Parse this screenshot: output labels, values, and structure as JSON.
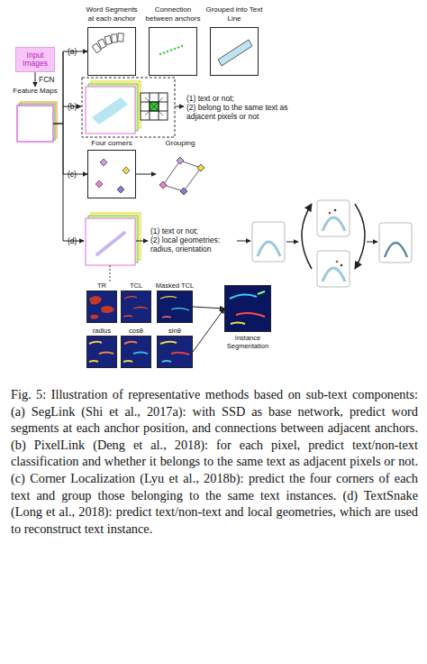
{
  "diagram": {
    "caption": "Fig. 5: Illustration of representative methods based on sub-text components: (a) SegLink (Shi et al., 2017a): with SSD as base network, predict word segments at each anchor position, and connections between adjacent anchors. (b) PixelLink (Deng et al., 2018): for each pixel, predict text/non-text classification and whether it belongs to the same text as adjacent pixels or not. (c) Corner Localization (Lyu et al., 2018b): predict the four corners of each text and group those belonging to the same text instances. (d) TextSnake (Long et al., 2018): predict text/non-text and local geometries, which are used to reconstruct text instance.",
    "nodes": [
      {
        "text": [
          "Input Images"
        ]
      },
      {
        "text": [
          "Feature Maps"
        ]
      },
      {
        "text": [
          "Word Segments at each anchor"
        ]
      },
      {
        "text": [
          "Connection between anchors"
        ]
      },
      {
        "text": [
          "Grouped into Text Line"
        ]
      },
      {
        "text": [
          "Four corners"
        ]
      },
      {
        "text": [
          "Grouping"
        ]
      },
      {
        "text": [
          "TR"
        ]
      },
      {
        "text": [
          "TCL"
        ]
      },
      {
        "text": [
          "Masked TCL"
        ]
      },
      {
        "text": [
          "radius"
        ]
      },
      {
        "text": [
          "cosθ"
        ]
      },
      {
        "text": [
          "sinθ"
        ]
      },
      {
        "text": [
          "Instance Segmentation"
        ]
      }
    ],
    "edges": [
      {
        "from": 0,
        "to": 1,
        "label": "FCN",
        "arrow": "to"
      },
      {
        "from": 1,
        "to": 2,
        "label": "(a)",
        "arrow": "to"
      },
      {
        "from": 1,
        "to": 5,
        "label": "(c)",
        "arrow": "to"
      },
      {
        "from": 5,
        "to": 6,
        "arrow": "to"
      },
      {
        "from": 9,
        "to": 13,
        "arrow": "to"
      },
      {
        "from": 12,
        "to": 13,
        "arrow": "to"
      }
    ],
    "labels": [
      "(b)",
      "(d)",
      "(1) text or not;",
      "(2) belong to the same text as adjacent pixels or not",
      "(1) text or not;",
      "(2) local geometries: radius, orientation"
    ]
  }
}
